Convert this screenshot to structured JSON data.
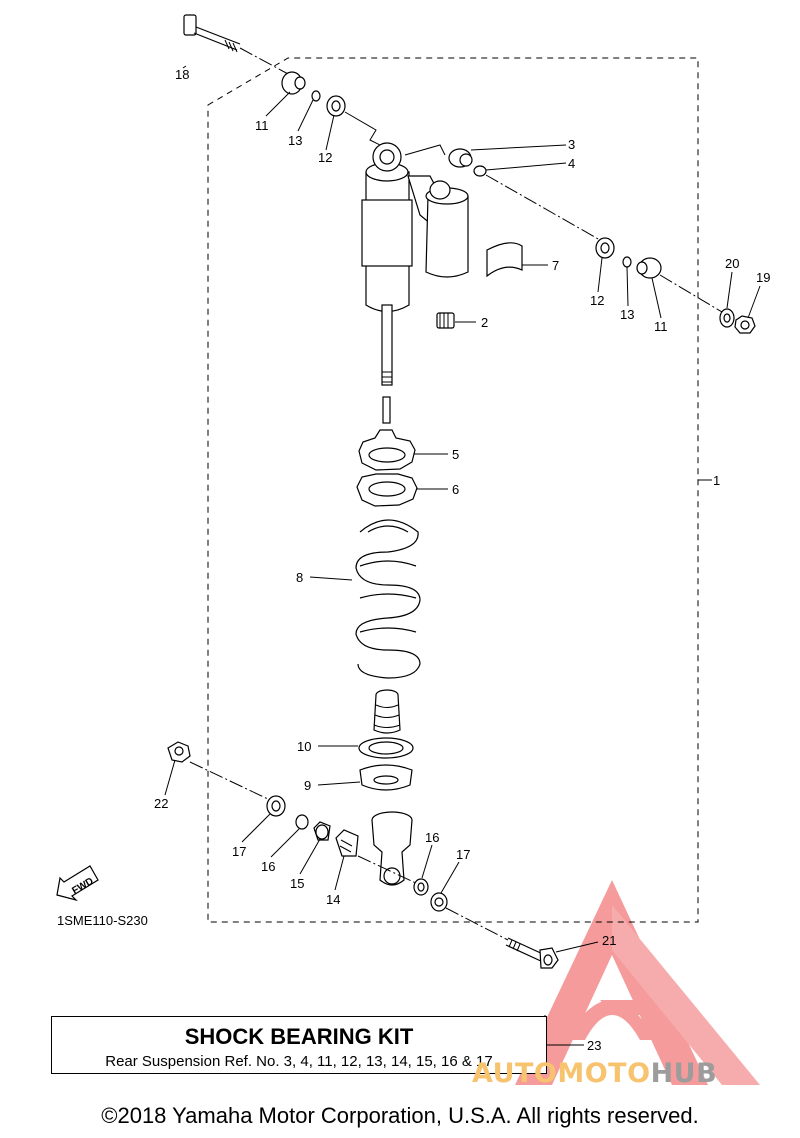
{
  "callouts": {
    "c1": "1",
    "c2": "2",
    "c3": "3",
    "c4": "4",
    "c5": "5",
    "c6": "6",
    "c7": "7",
    "c8": "8",
    "c9": "9",
    "c10": "10",
    "c11a": "11",
    "c11b": "11",
    "c12a": "12",
    "c12b": "12",
    "c13a": "13",
    "c13b": "13",
    "c14": "14",
    "c15": "15",
    "c16a": "16",
    "c16b": "16",
    "c17a": "17",
    "c17b": "17",
    "c18": "18",
    "c19": "19",
    "c20": "20",
    "c21": "21",
    "c22": "22",
    "c23": "23"
  },
  "fwd_label": "FWD",
  "diagram_code": "1SME110-S230",
  "kit": {
    "title": "SHOCK BEARING KIT",
    "subtitle": "Rear Suspension Ref. No. 3, 4, 11, 12, 13, 14, 15, 16 & 17"
  },
  "copyright": "©2018 Yamaha Motor Corporation, U.S.A. All rights reserved.",
  "watermark": {
    "part1": "AUTOMOTO",
    "part2": "HUB",
    "logo_icon": "triangle-logo-icon"
  },
  "colors": {
    "watermark_red": "#ef4b4b",
    "watermark_orange": "#f7c36e",
    "watermark_gray": "#9c9c9c"
  }
}
